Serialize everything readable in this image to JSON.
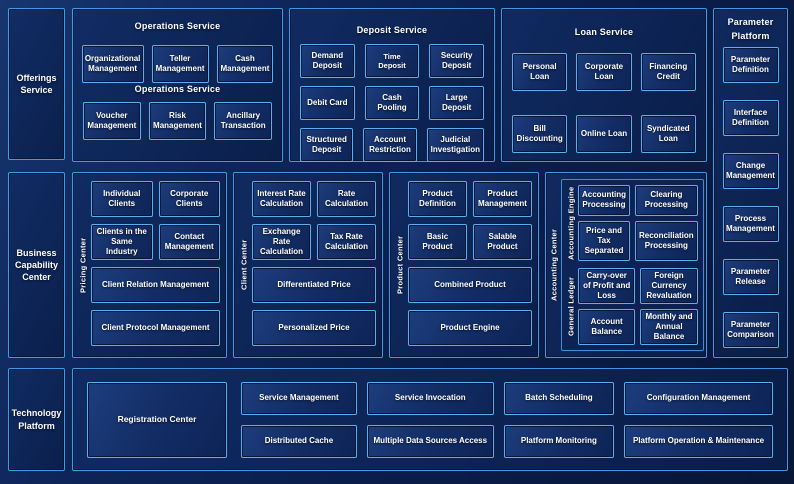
{
  "palette": {
    "background": "#0a1d4b",
    "background_sheen": "#17356f",
    "panel_border": "#3e9be2",
    "box_border": "#58b0ef",
    "box_fill": "#122c64",
    "text": "#ffffff"
  },
  "left_rail": {
    "offerings": "Offerings Service",
    "business": "Business Capability Center",
    "technology": "Technology Platform"
  },
  "operations": {
    "title": "Operations Service",
    "subtitle": "Operations Service",
    "boxes": [
      "Organizational Management",
      "Teller Management",
      "Cash Management",
      "Voucher Management",
      "Risk Management",
      "Ancillary Transaction"
    ]
  },
  "deposit": {
    "title": "Deposit Service",
    "boxes": [
      "Demand Deposit",
      "Time Deposit",
      "Security Deposit",
      "Debit Card",
      "Cash Pooling",
      "Large Deposit",
      "Structured Deposit",
      "Account Restriction",
      "Judicial Investigation"
    ]
  },
  "loan": {
    "title": "Loan Service",
    "boxes": [
      "Personal Loan",
      "Corporate Loan",
      "Financing Credit",
      "Bill Discounting",
      "Online Loan",
      "Syndicated Loan"
    ]
  },
  "parameter_platform": {
    "title": "Parameter Platform",
    "boxes": [
      "Parameter Definition",
      "Interface Definition",
      "Change Management",
      "Process Management",
      "Parameter Release",
      "Parameter Comparison"
    ]
  },
  "pricing_center": {
    "label": "Pricing Center",
    "boxes": [
      "Individual Clients",
      "Corporate Clients",
      "Clients in the Same Industry",
      "Contact Management"
    ],
    "wide": [
      "Client Relation Management",
      "Client Protocol Management"
    ]
  },
  "client_center": {
    "label": "Client Center",
    "boxes": [
      "Interest Rate Calculation",
      "Rate Calculation",
      "Exchange Rate Calculation",
      "Tax Rate Calculation"
    ],
    "wide": [
      "Differentiated Price",
      "Personalized Price"
    ]
  },
  "product_center": {
    "label": "Product Center",
    "boxes": [
      "Product Definition",
      "Product Management",
      "Basic Product",
      "Salable Product"
    ],
    "wide": [
      "Combined Product",
      "Product Engine"
    ]
  },
  "accounting_center": {
    "label": "Accounting Center",
    "engine": {
      "label": "Accounting Engine",
      "boxes": [
        "Accounting Processing",
        "Clearing Processing",
        "Price and Tax Separated",
        "Reconciliation Processing"
      ]
    },
    "ledger": {
      "label": "General Ledger",
      "boxes": [
        "Carry-over of Profit and Loss",
        "Foreign Currency Revaluation",
        "Account Balance",
        "Monthly and Annual Balance"
      ]
    }
  },
  "technology_row": {
    "registration": "Registration Center",
    "boxes": [
      "Service Management",
      "Service Invocation",
      "Batch Scheduling",
      "Configuration Management",
      "Distributed Cache",
      "Multiple Data Sources Access",
      "Platform Monitoring",
      "Platform Operation & Maintenance"
    ]
  }
}
